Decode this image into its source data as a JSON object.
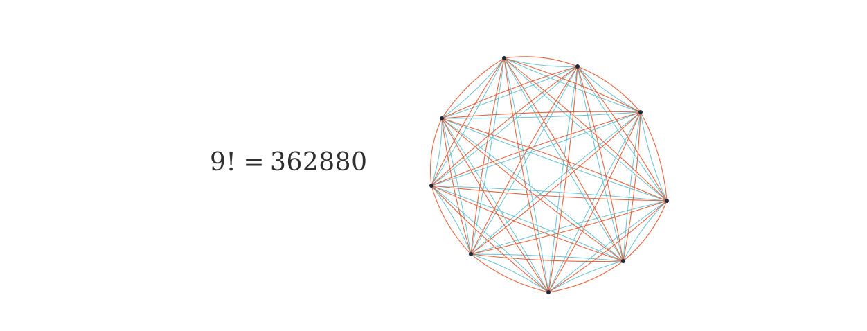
{
  "formula": {
    "lhs": "9!",
    "equals": "=",
    "rhs": "362880"
  },
  "graph": {
    "node_count": 9,
    "complete_graph": true,
    "colors": {
      "node": "#1d2a3a",
      "edge_red": "#e2532c",
      "edge_cyan": "#4bb6c9"
    }
  }
}
